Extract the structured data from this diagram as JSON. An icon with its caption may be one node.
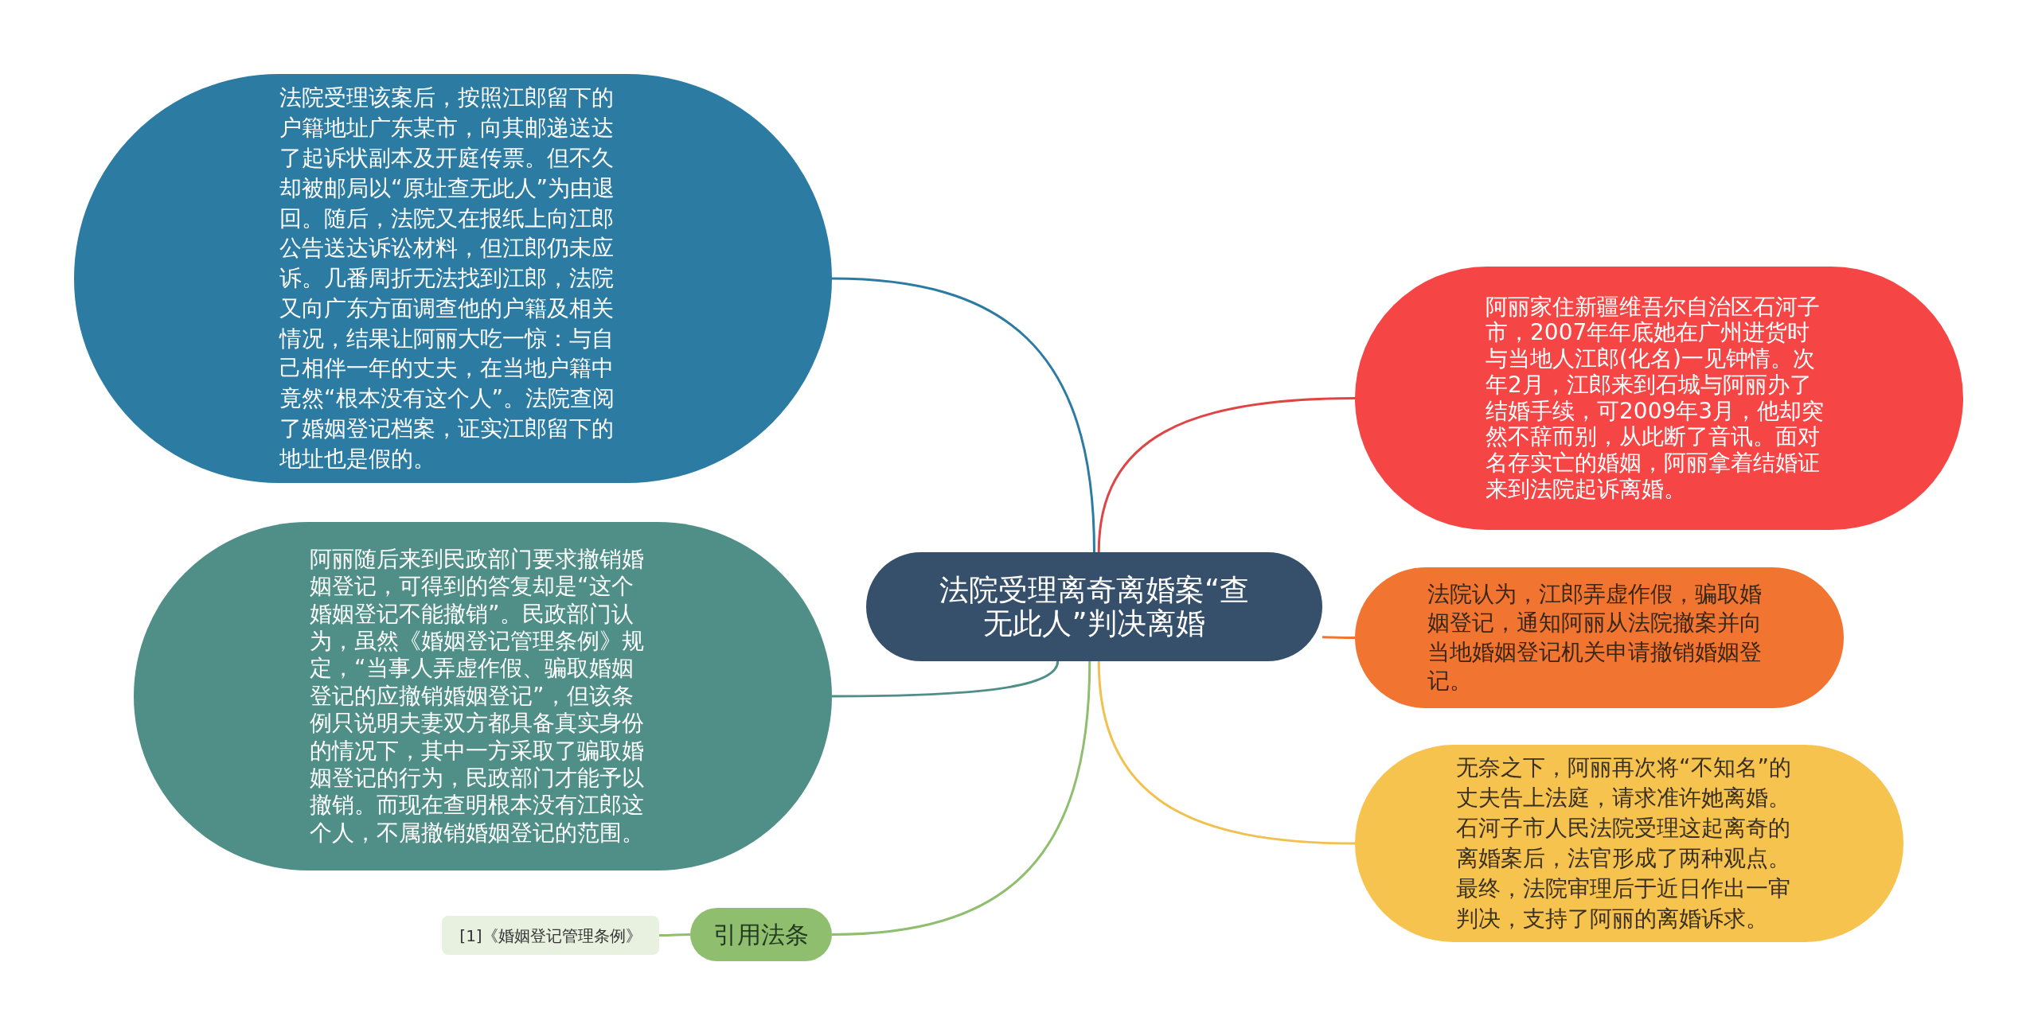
{
  "diagram": {
    "nodes": [
      {
        "text": [
          "法院受理离奇离婚案“查无此人”判决离婚"
        ]
      },
      {
        "text": [
          "法院受理该案后，按照江郎留下的户籍地址广东某市，向其邮递送达了起诉状副本及开庭传票。但不久却被邮局以“原址查无此人”为由退回。随后，法院又在报纸上向江郎公告送达诉讼材料，但江郎仍未应诉。几番周折无法找到江郎，法院又向广东方面调查他的户籍及相关情况，结果让阿丽大吃一惊：与自己相伴一年的丈夫，在当地户籍中竟然“根本没有这个人”。法院查阅了婚姻登记档案，证实江郎留下的地址也是假的。"
        ]
      },
      {
        "text": [
          "阿丽随后来到民政部门要求撤销婚姻登记，可得到的答复却是“这个婚姻登记不能撤销”。民政部门认为，虽然《婚姻登记管理条例》规定，“当事人弄虚作假、骗取婚姻登记的应撤销婚姻登记”，但该条例只说明夫妻双方都具备真实身份的情况下，其中一方采取了骗取婚姻登记的行为，民政部门才能予以撤销。而现在查明根本没有江郎这个人，不属撤销婚姻登记的范围。"
        ]
      },
      {
        "text": [
          "引用法条"
        ]
      },
      {
        "text": [
          "[1]《婚姻登记管理条例》"
        ]
      },
      {
        "text": [
          "阿丽家住新疆维吾尔自治区石河子市，2007年年底她在广州进货时与当地人江郎(化名)一见钟情。次年2月，江郎来到石城与阿丽办了结婚手续，可2009年3月，他却突然不辞而别，从此断了音讯。面对名存实亡的婚姻，阿丽拿着结婚证来到法院起诉离婚。"
        ]
      },
      {
        "text": [
          "法院认为，江郎弄虚作假，骗取婚姻登记，通知阿丽从法院撤案并向当地婚姻登记机关申请撤销婚姻登记。"
        ]
      },
      {
        "text": [
          "无奈之下，阿丽再次将“不知名”的丈夫告上法庭，请求准许她离婚。石河子市人民法院受理这起离奇的离婚案后，法官形成了两种观点。最终，法院审理后于近日作出一审判决，支持了阿丽的离婚诉求。"
        ]
      }
    ],
    "edges": [
      {
        "from": 0,
        "to": 1,
        "arrow": "none",
        "color": "#2b7ba2"
      },
      {
        "from": 0,
        "to": 2,
        "arrow": "none",
        "color": "#4f8f87"
      },
      {
        "from": 0,
        "to": 3,
        "arrow": "none",
        "color": "#8fbf6e"
      },
      {
        "from": 3,
        "to": 4,
        "arrow": "none",
        "color": "#8fbf6e"
      },
      {
        "from": 0,
        "to": 5,
        "arrow": "none",
        "color": "#e04545"
      },
      {
        "from": 0,
        "to": 6,
        "arrow": "none",
        "color": "#f07530"
      },
      {
        "from": 0,
        "to": 7,
        "arrow": "none",
        "color": "#f2c04e"
      }
    ]
  }
}
